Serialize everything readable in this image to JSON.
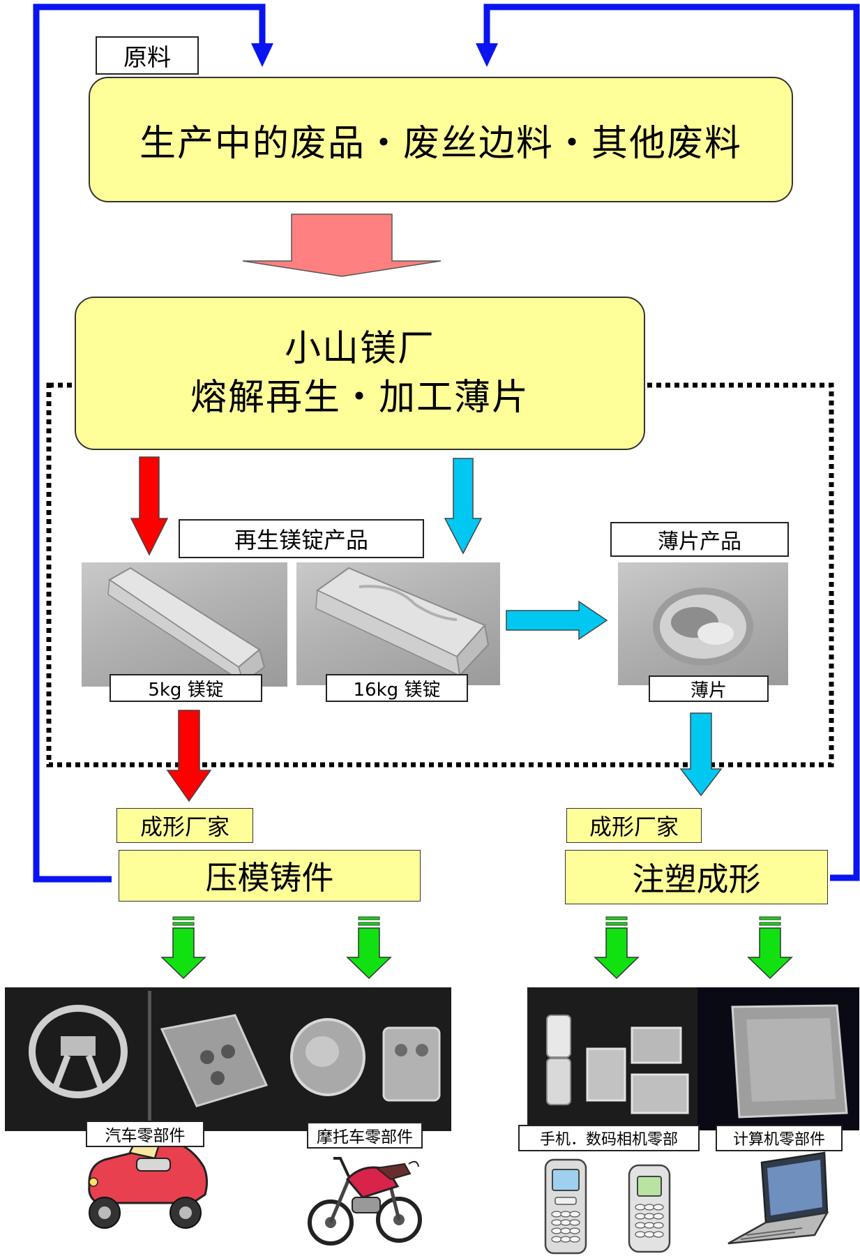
{
  "raw": {
    "tag": "原料",
    "source_text": "生产中的废品・废丝边料・其他废料"
  },
  "plant": {
    "line1": "小山镁厂",
    "line2": "熔解再生・加工薄片"
  },
  "ingot": {
    "header": "再生镁锭产品",
    "caption_5kg": "5kg 镁锭",
    "caption_16kg": "16kg 镁锭"
  },
  "flake": {
    "header": "薄片产品",
    "caption": "薄片"
  },
  "left_branch": {
    "maker_tag": "成形厂家",
    "process": "压模铸件",
    "parts": [
      "汽车零部件",
      "摩托车零部件"
    ]
  },
  "right_branch": {
    "maker_tag": "成形厂家",
    "process": "注塑成形",
    "parts": [
      "手机．数码相机零部",
      "计算机零部件"
    ]
  },
  "colors": {
    "loop_blue": "#0a14f0",
    "panel_yellow": "#ffff99",
    "arrow_pink": "#ff8080",
    "arrow_red": "#ff0000",
    "arrow_cyan": "#00c8f0",
    "arrow_green": "#11e011"
  },
  "icons": [
    "car-icon",
    "motorcycle-icon",
    "flip-phone-icon",
    "candybar-phone-icon",
    "laptop-icon"
  ]
}
